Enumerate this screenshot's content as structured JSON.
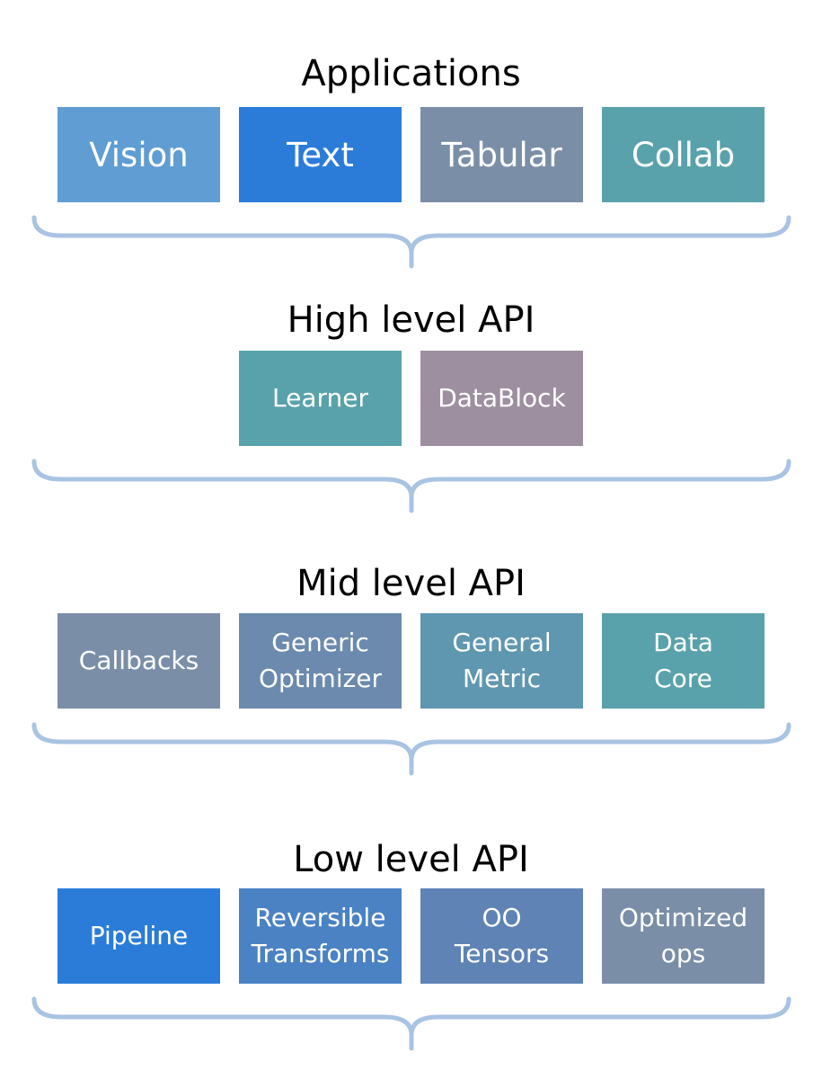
{
  "colors": {
    "blue_light": "#5f9dd3",
    "blue_bright": "#2b7cd8",
    "blue_mid": "#4a82c4",
    "slate_blue": "#5f83b5",
    "gray_blue": "#7b8ea8",
    "teal": "#59a2ab",
    "mauve": "#9e8fa0",
    "brace": "#a9c3e3"
  },
  "tiers": [
    {
      "title": "Applications",
      "boxes": [
        {
          "label": "Vision",
          "color": "#5f9dd3"
        },
        {
          "label": "Text",
          "color": "#2b7cd8"
        },
        {
          "label": "Tabular",
          "color": "#7b8ea8"
        },
        {
          "label": "Collab",
          "color": "#59a2ab"
        }
      ]
    },
    {
      "title": "High level API",
      "boxes": [
        {
          "label": "Learner",
          "color": "#59a2ab"
        },
        {
          "label": "DataBlock",
          "color": "#9e8fa0"
        }
      ]
    },
    {
      "title": "Mid level API",
      "boxes": [
        {
          "label": "Callbacks",
          "color": "#7b8ea8"
        },
        {
          "line1": "Generic",
          "line2": "Optimizer",
          "color": "#6b8aae"
        },
        {
          "line1": "General",
          "line2": "Metric",
          "color": "#5f97b0"
        },
        {
          "line1": "Data",
          "line2": "Core",
          "color": "#59a2ab"
        }
      ]
    },
    {
      "title": "Low level API",
      "boxes": [
        {
          "label": "Pipeline",
          "color": "#2b7cd8"
        },
        {
          "line1": "Reversible",
          "line2": "Transforms",
          "color": "#4a82c4"
        },
        {
          "line1": "OO",
          "line2": "Tensors",
          "color": "#5f83b5"
        },
        {
          "line1": "Optimized",
          "line2": "ops",
          "color": "#7b8ea8"
        }
      ]
    }
  ]
}
